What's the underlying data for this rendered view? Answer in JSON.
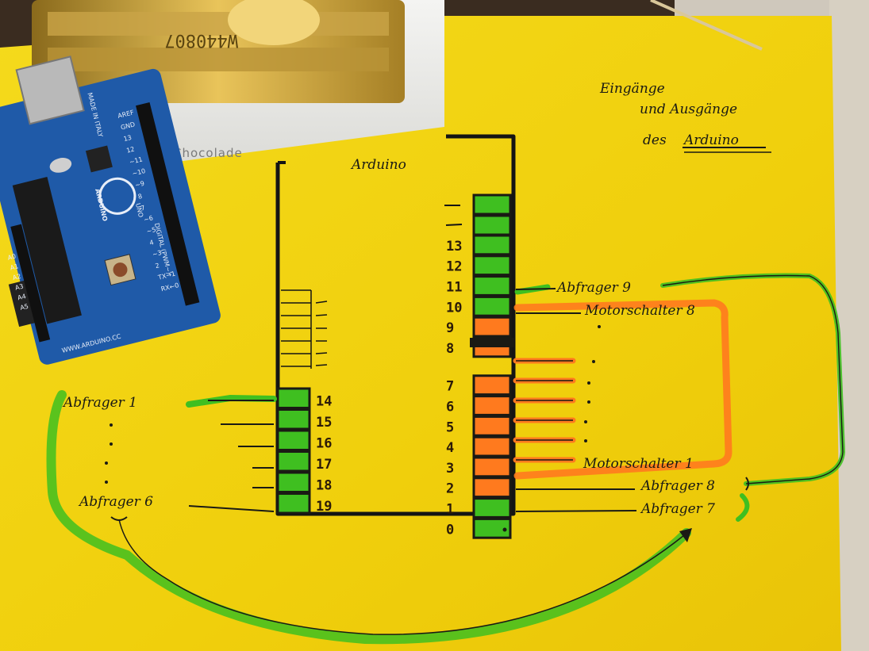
{
  "heading": {
    "line1": "Eingänge",
    "line2": "und Ausgänge",
    "line3_prefix": "des",
    "line3_name": "Arduino"
  },
  "chip_label": "Arduino",
  "chocolate_box_text": "Chocolade",
  "tray_code": "W440807",
  "board": {
    "logo_text": "ARDUINO",
    "model": "UNO",
    "origin": "MADE IN ITALY",
    "url": "WWW.ARDUINO.CC",
    "header_label": "DIGITAL (PWM~)",
    "pins_left": [
      "A0",
      "A1",
      "A2",
      "A3",
      "A4",
      "A5"
    ],
    "pins_top": [
      "AREF",
      "GND",
      "13",
      "12",
      "~11",
      "~10",
      "~9",
      "8",
      "7",
      "~6",
      "~5",
      "4",
      "~3",
      "2",
      "TX→1",
      "RX←0"
    ]
  },
  "right_pins": [
    "13",
    "12",
    "11",
    "10",
    "9",
    "8",
    "7",
    "6",
    "5",
    "4",
    "3",
    "2",
    "1",
    "0"
  ],
  "left_pins": [
    "14",
    "15",
    "16",
    "17",
    "18",
    "19"
  ],
  "labels": {
    "abfrager9": "Abfrager 9",
    "motor8": "Motorschalter 8",
    "motor1": "Motorschalter 1",
    "abfrager8": "Abfrager 8",
    "abfrager7": "Abfrager 7",
    "abfrager1": "Abfrager 1",
    "abfrager6": "Abfrager 6"
  },
  "colors": {
    "paper": "#f2d40f",
    "green_marker": "#3fbf20",
    "orange_marker": "#ff7a1e",
    "ink": "#1a1a14",
    "board": "#1f5aa8"
  }
}
